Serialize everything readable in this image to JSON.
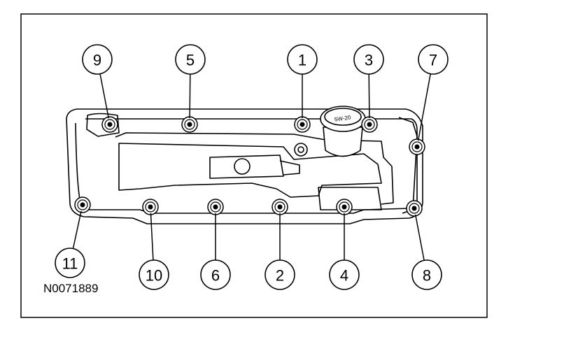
{
  "figure_id": "N0071889",
  "callouts": [
    {
      "label": "1"
    },
    {
      "label": "2"
    },
    {
      "label": "3"
    },
    {
      "label": "4"
    },
    {
      "label": "5"
    },
    {
      "label": "6"
    },
    {
      "label": "7"
    },
    {
      "label": "8"
    },
    {
      "label": "9"
    },
    {
      "label": "10"
    },
    {
      "label": "11"
    }
  ],
  "oil_cap": {
    "text": "5W-20"
  }
}
